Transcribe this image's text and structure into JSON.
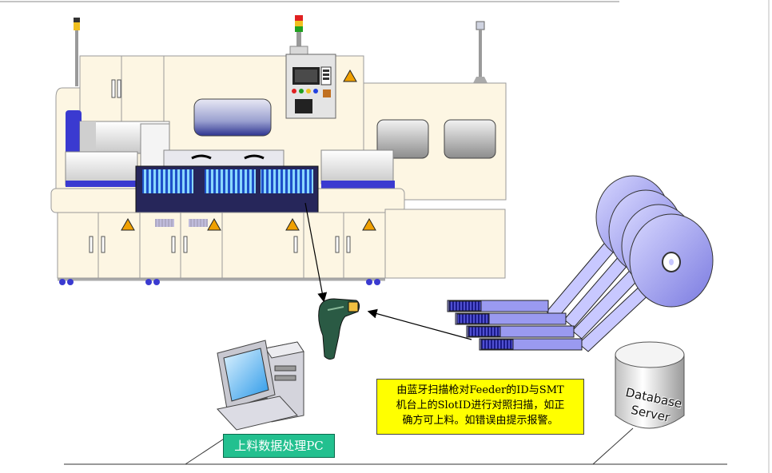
{
  "note": {
    "lines": [
      "由蓝牙扫描枪对Feeder的ID与SMT",
      "机台上的SlotID进行对照扫描，如正",
      "确方可上料。如错误由提示报警。"
    ]
  },
  "pc": {
    "label": "上料数据处理PC"
  },
  "database": {
    "lines": [
      "Database",
      "Server"
    ]
  },
  "colors": {
    "accent_blue": "#3a3ad0",
    "panel_cream": "#fdf6e3",
    "note_yellow": "#ffff00",
    "pc_green": "#23c08f"
  }
}
